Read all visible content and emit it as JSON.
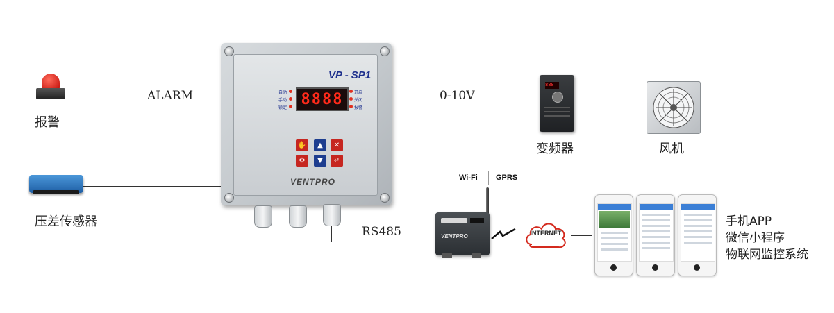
{
  "labels": {
    "alarm_line": "ALARM",
    "voltage_line": "0-10V",
    "rs485_line": "RS485",
    "wifi": "Wi-Fi",
    "gprs": "GPRS",
    "internet": "INTERNET",
    "alarm_device": "报警",
    "sensor_device": "压差传感器",
    "vfd_device": "变频器",
    "fan_device": "风机",
    "app_line1": "手机APP",
    "app_line2": "微信小程序",
    "app_line3": "物联网监控系统"
  },
  "controller": {
    "model": "VP - SP1",
    "display": "8888",
    "brand": "VENTPRO",
    "left_indicators": [
      "自动",
      "手动",
      "锁定"
    ],
    "right_indicators": [
      "开启",
      "关闭",
      "报警"
    ]
  },
  "gateway": {
    "brand": "VENTPRO"
  },
  "colors": {
    "wire": "#333333",
    "display_digits": "#ff2a1a",
    "model_text": "#1d2f8c",
    "alarm_red": "#c4110b",
    "sensor_blue": "#1f5fa5",
    "app_header": "#3b7fd6"
  },
  "icons": [
    "alarm-light-icon",
    "pressure-sensor-icon",
    "vfd-icon",
    "fan-icon",
    "gateway-icon",
    "cloud-icon",
    "lightning-icon",
    "phone-icon"
  ]
}
